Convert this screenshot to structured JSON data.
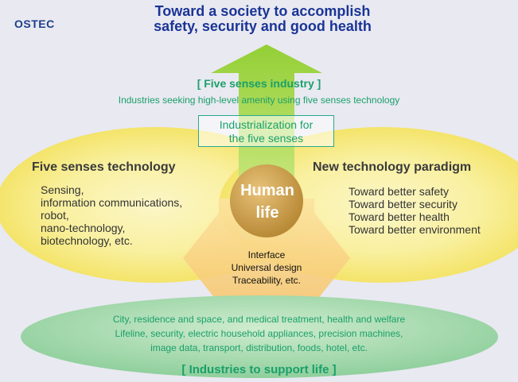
{
  "logo": "OSTEC",
  "title": {
    "line1": "Toward a society to accomplish",
    "line2": "safety, security and good health"
  },
  "five_senses_industry": {
    "heading": "[ Five senses industry ]",
    "subtitle": "Industries seeking high-level amenity using five senses technology"
  },
  "industrialization_box": {
    "line1": "Industrialization for",
    "line2": "the five senses"
  },
  "left": {
    "heading": "Five senses technology",
    "items": [
      "Sensing,",
      "information communications,",
      "robot,",
      "nano-technology,",
      "biotechnology, etc."
    ]
  },
  "right": {
    "heading": "New technology paradigm",
    "items": [
      "Toward better safety",
      "Toward better security",
      "Toward better health",
      "Toward better environment"
    ]
  },
  "center": {
    "line1": "Human",
    "line2": "life"
  },
  "interface": {
    "items": [
      "Interface",
      "Universal design",
      "Traceability, etc."
    ]
  },
  "bottom": {
    "lines": [
      "City, residence and space, and medical treatment, health and welfare",
      "Lifeline, security, electric household appliances, precision machines,",
      "image data, transport, distribution, foods, hotel, etc."
    ],
    "heading": "[ Industries to support life ]"
  },
  "colors": {
    "background": "#e9e9f1",
    "title": "#1a3596",
    "green_text": "#1aa06a",
    "yellow_ellipse": "#f7ec86",
    "green_ellipse": "#a9d9b0",
    "arrow_green": "#9bd437",
    "center_circle": "#c59a4a"
  }
}
